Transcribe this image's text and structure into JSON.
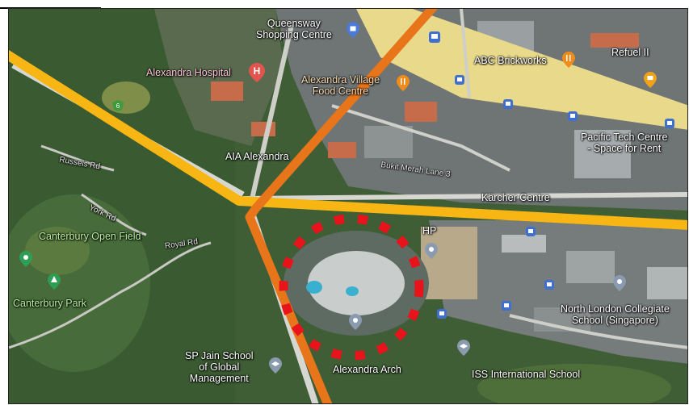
{
  "map": {
    "labels": {
      "queensway": "Queensway\nShopping Centre",
      "alexandra_hospital": "Alexandra Hospital",
      "alexandra_village": "Alexandra Village\nFood Centre",
      "abc_brickworks": "ABC Brickworks",
      "refuel": "Refuel II",
      "pacific_tech": "Pacific Tech Centre\n- Space for Rent",
      "aia": "AIA Alexandra",
      "russels_rd": "Russels Rd",
      "bukit_merah": "Bukit Merah Lane 3",
      "karcher": "Kärcher Centre",
      "york_rd": "York Rd",
      "canterbury_field": "Canterbury Open Field",
      "royal_rd": "Royal Rd",
      "hp": "HP",
      "canterbury_park": "Canterbury Park",
      "north_london": "North London Collegiate\nSchool (Singapore)",
      "sp_jain": "SP Jain School\nof Global\nManagement",
      "alexandra_arch": "Alexandra Arch",
      "iss": "ISS International School"
    },
    "colors": {
      "yellow_route": "#f7b614",
      "orange_route": "#e8751a",
      "circle": "#e8131b",
      "highway": "#e9d98a"
    }
  }
}
